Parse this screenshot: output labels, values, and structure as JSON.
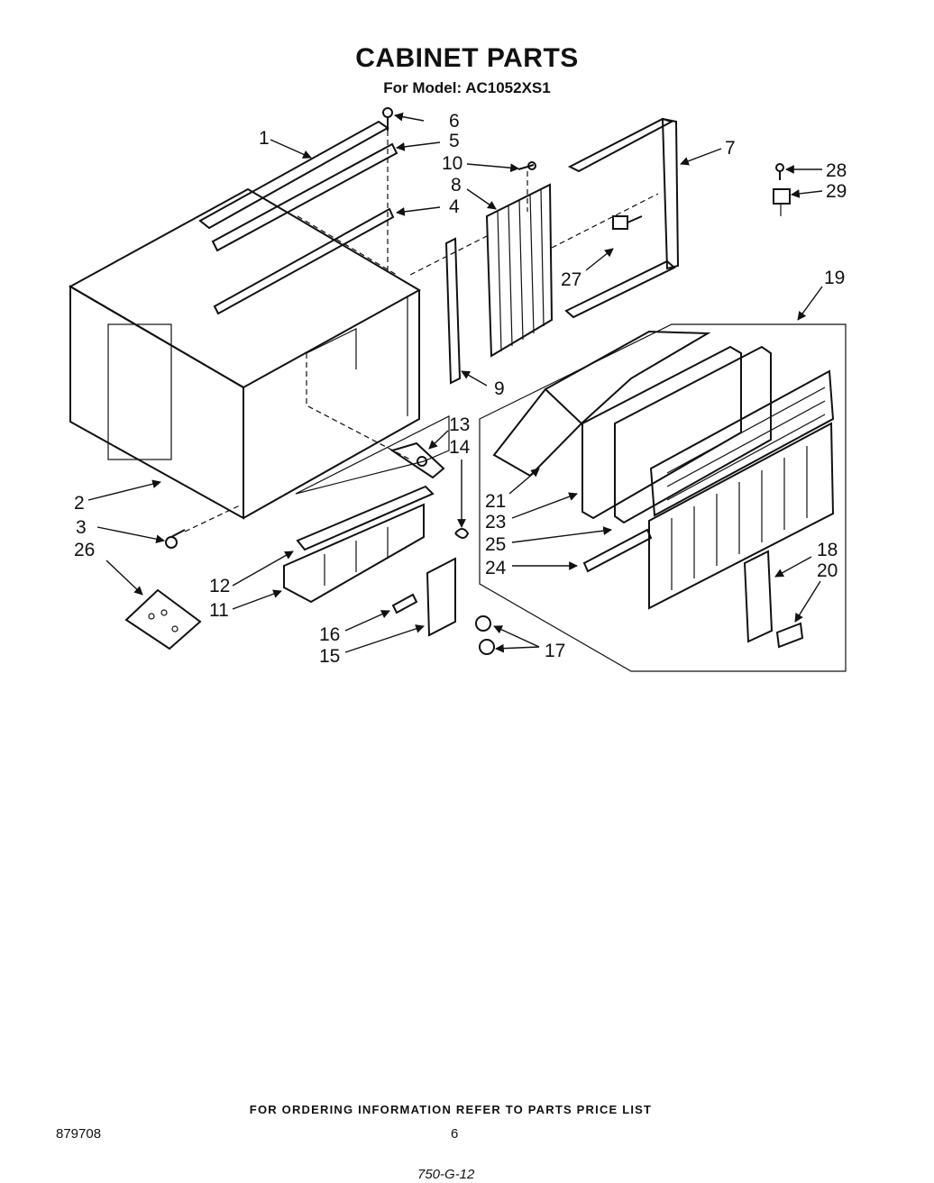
{
  "header": {
    "title": "CABINET PARTS",
    "model_line": "For Model: AC1052XS1"
  },
  "callouts": [
    "1",
    "2",
    "3",
    "4",
    "5",
    "6",
    "7",
    "8",
    "9",
    "10",
    "11",
    "12",
    "13",
    "14",
    "15",
    "16",
    "17",
    "18",
    "19",
    "20",
    "21",
    "23",
    "24",
    "25",
    "26",
    "27",
    "28",
    "29"
  ],
  "footer": {
    "ordering_note": "FOR ORDERING INFORMATION REFER TO PARTS PRICE LIST",
    "document_number": "879708",
    "page_number": "6",
    "handwritten_code": "750-G-12"
  }
}
